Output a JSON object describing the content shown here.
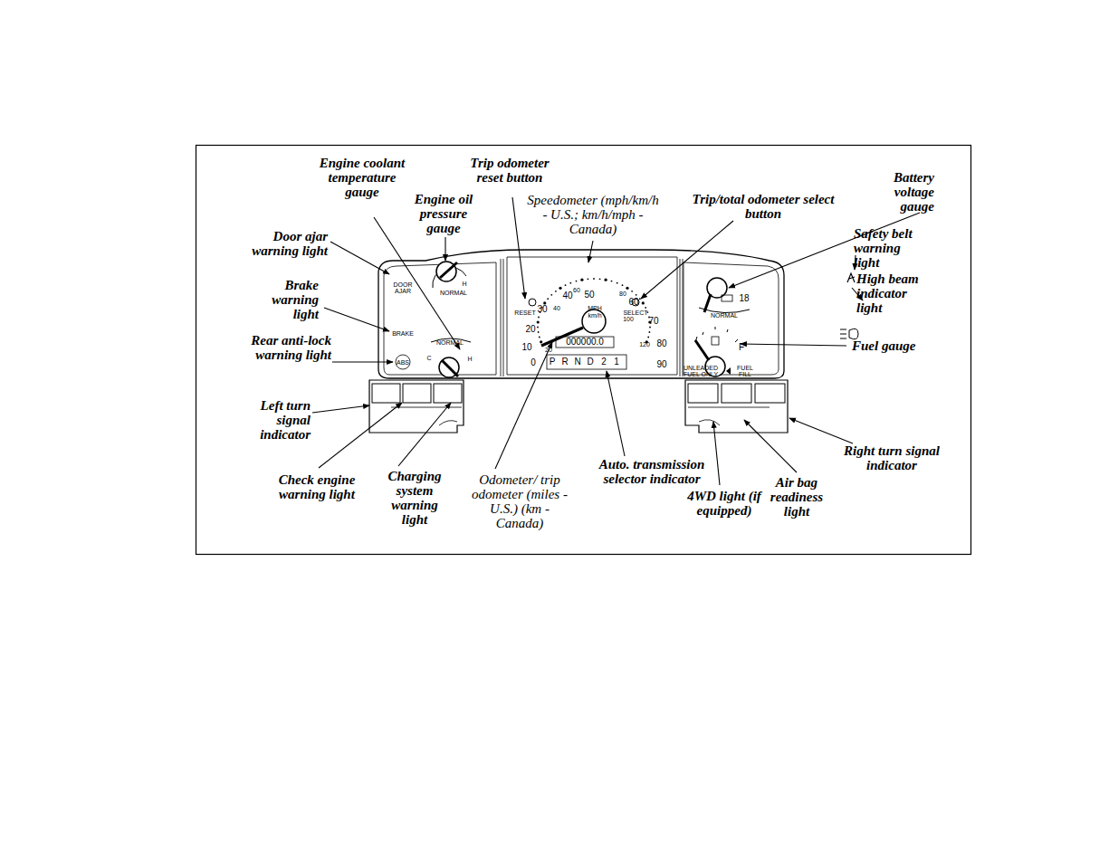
{
  "diagram": {
    "labels": [
      "Engine coolant temperature gauge",
      "Trip odometer reset button",
      "Engine oil pressure gauge",
      "Speedometer (mph/km/h - U.S.; km/h/mph - Canada)",
      "Trip/total odometer select button",
      "Battery voltage gauge",
      "Door ajar warning light",
      "Safety belt warning light",
      "Brake warning light",
      "High beam indicator light",
      "Rear anti-lock warning light",
      "Fuel gauge",
      "Left turn signal indicator",
      "Check engine warning light",
      "Charging system warning light",
      "Odometer/ trip odometer (miles - U.S.) (km - Canada)",
      "Auto. transmission selector indicator",
      "4WD light (if equipped)",
      "Air bag readiness light",
      "Right turn signal indicator",
      "DOOR AJAR",
      "BRAKE",
      "ABS",
      "H",
      "NORMAL",
      "NORMAL",
      "C",
      "H",
      "RESET",
      "SELECT",
      "0",
      "10",
      "20",
      "30",
      "40",
      "50",
      "60",
      "70",
      "80",
      "90",
      "20",
      "40",
      "60",
      "80",
      "100",
      "120",
      "MPH",
      "km/h",
      "000000.0",
      "P",
      "R",
      "N",
      "D",
      "2",
      "1",
      "18",
      "NORMAL",
      "F",
      "UNLEADED FUEL ONLY",
      "FUEL FILL"
    ]
  }
}
